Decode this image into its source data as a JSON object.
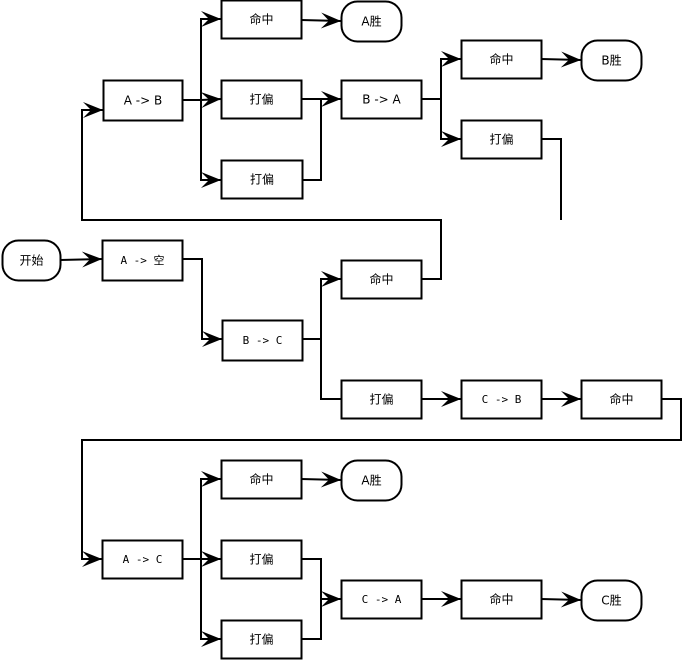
{
  "diagram": {
    "type": "flowchart",
    "nodes": [
      {
        "id": "start",
        "kind": "terminal",
        "label": "开始"
      },
      {
        "id": "a_empty",
        "kind": "process",
        "label": "A -> 空"
      },
      {
        "id": "b_c",
        "kind": "process",
        "label": "B -> C"
      },
      {
        "id": "bc_hit",
        "kind": "process",
        "label": "命中"
      },
      {
        "id": "bc_miss",
        "kind": "process",
        "label": "打偏"
      },
      {
        "id": "c_b",
        "kind": "process",
        "label": "C -> B"
      },
      {
        "id": "cb_hit",
        "kind": "process",
        "label": "命中"
      },
      {
        "id": "a_b",
        "kind": "process",
        "label": "A -> B"
      },
      {
        "id": "ab_hit",
        "kind": "process",
        "label": "命中"
      },
      {
        "id": "ab_win",
        "kind": "terminal",
        "label": "A胜"
      },
      {
        "id": "ab_miss1",
        "kind": "process",
        "label": "打偏"
      },
      {
        "id": "ab_miss2",
        "kind": "process",
        "label": "打偏"
      },
      {
        "id": "b_a",
        "kind": "process",
        "label": "B -> A"
      },
      {
        "id": "ba_hit",
        "kind": "process",
        "label": "命中"
      },
      {
        "id": "ba_win",
        "kind": "terminal",
        "label": "B胜"
      },
      {
        "id": "ba_miss",
        "kind": "process",
        "label": "打偏"
      },
      {
        "id": "a_c",
        "kind": "process",
        "label": "A -> C"
      },
      {
        "id": "ac_hit",
        "kind": "process",
        "label": "命中"
      },
      {
        "id": "ac_win",
        "kind": "terminal",
        "label": "A胜"
      },
      {
        "id": "ac_miss1",
        "kind": "process",
        "label": "打偏"
      },
      {
        "id": "ac_miss2",
        "kind": "process",
        "label": "打偏"
      },
      {
        "id": "c_a",
        "kind": "process",
        "label": "C -> A"
      },
      {
        "id": "ca_hit",
        "kind": "process",
        "label": "命中"
      },
      {
        "id": "ca_win",
        "kind": "terminal",
        "label": "C胜"
      }
    ],
    "edges": [
      {
        "from": "start",
        "to": "a_empty"
      },
      {
        "from": "a_empty",
        "to": "b_c"
      },
      {
        "from": "b_c",
        "to": "bc_hit"
      },
      {
        "from": "b_c",
        "to": "bc_miss"
      },
      {
        "from": "bc_hit",
        "to": "a_b"
      },
      {
        "from": "bc_miss",
        "to": "c_b"
      },
      {
        "from": "c_b",
        "to": "cb_hit"
      },
      {
        "from": "cb_hit",
        "to": "a_c"
      },
      {
        "from": "a_b",
        "to": "ab_hit"
      },
      {
        "from": "a_b",
        "to": "ab_miss1"
      },
      {
        "from": "a_b",
        "to": "ab_miss2"
      },
      {
        "from": "ab_hit",
        "to": "ab_win"
      },
      {
        "from": "ab_miss1",
        "to": "b_a"
      },
      {
        "from": "ab_miss2",
        "to": "b_a"
      },
      {
        "from": "b_a",
        "to": "ba_hit"
      },
      {
        "from": "b_a",
        "to": "ba_miss"
      },
      {
        "from": "ba_hit",
        "to": "ba_win"
      },
      {
        "from": "ba_miss",
        "to": "a_b"
      },
      {
        "from": "a_c",
        "to": "ac_hit"
      },
      {
        "from": "a_c",
        "to": "ac_miss1"
      },
      {
        "from": "a_c",
        "to": "ac_miss2"
      },
      {
        "from": "ac_hit",
        "to": "ac_win"
      },
      {
        "from": "ac_miss1",
        "to": "c_a"
      },
      {
        "from": "ac_miss2",
        "to": "c_a"
      },
      {
        "from": "c_a",
        "to": "ca_hit"
      },
      {
        "from": "ca_hit",
        "to": "ca_win"
      }
    ]
  }
}
